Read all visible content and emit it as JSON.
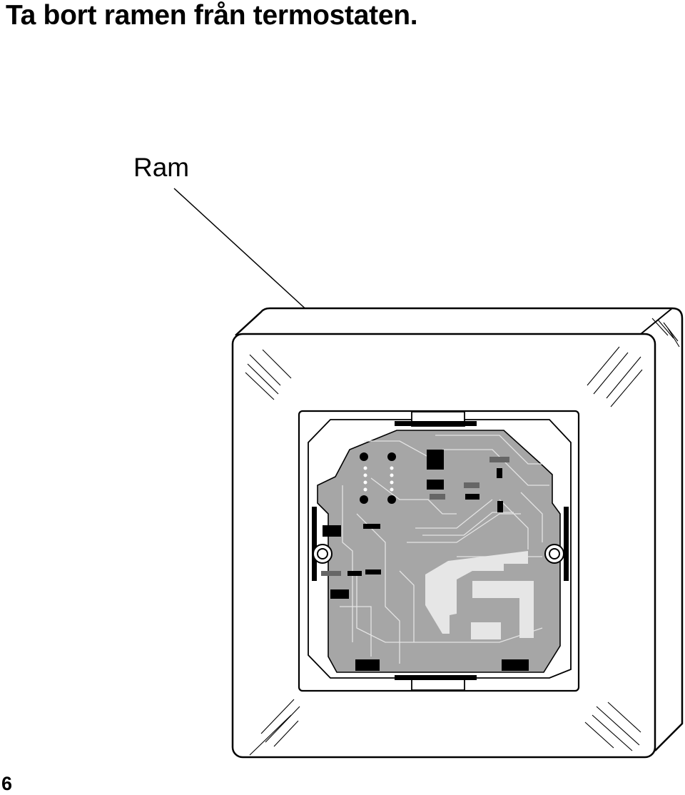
{
  "page": {
    "heading": "Ta bort ramen från termostaten.",
    "page_number": "6"
  },
  "illustration": {
    "callouts": [
      {
        "label": "Ram"
      }
    ]
  }
}
